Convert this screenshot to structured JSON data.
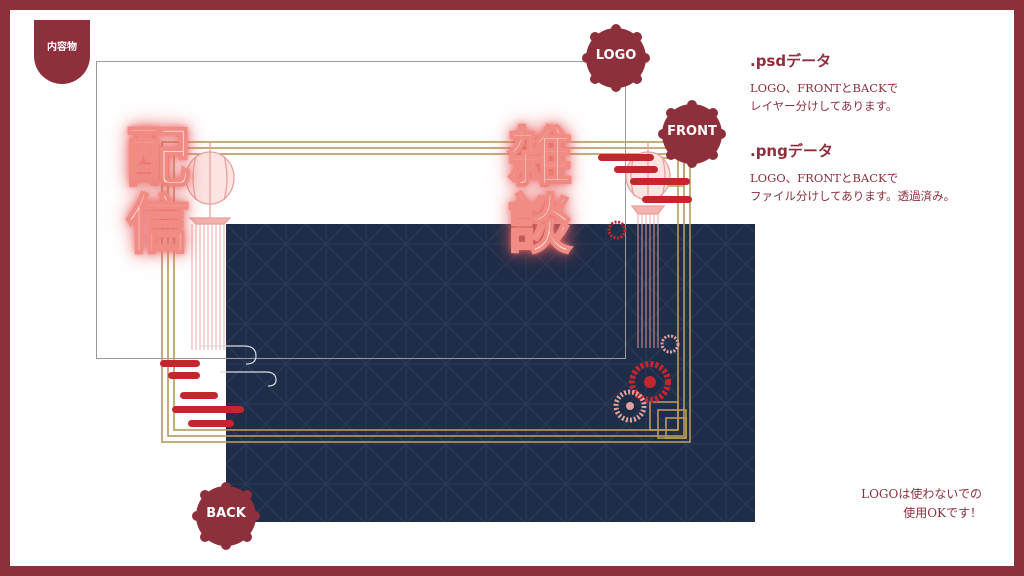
{
  "tab": {
    "label": "内容物"
  },
  "badges": {
    "logo": "LOGO",
    "front": "FRONT",
    "back": "BACK"
  },
  "artwork": {
    "left_title": [
      "配",
      "信"
    ],
    "right_title": [
      "雑",
      "談"
    ]
  },
  "info": {
    "psd_title": ".psdデータ",
    "psd_line1": "LOGO、FRONTとBACKで",
    "psd_line2": "レイヤー分けしてあります。",
    "png_title": ".pngデータ",
    "png_line1": "LOGO、FRONTとBACKで",
    "png_line2": "ファイル分けしてあります。透過済み。"
  },
  "note": {
    "line1": "LOGOは使わないでの",
    "line2": "使用OKです！"
  },
  "colors": {
    "brand": "#8e2f3c",
    "back_panel": "#1f2d48",
    "accent_red": "#c4262e",
    "gold": "#b89a5c"
  }
}
